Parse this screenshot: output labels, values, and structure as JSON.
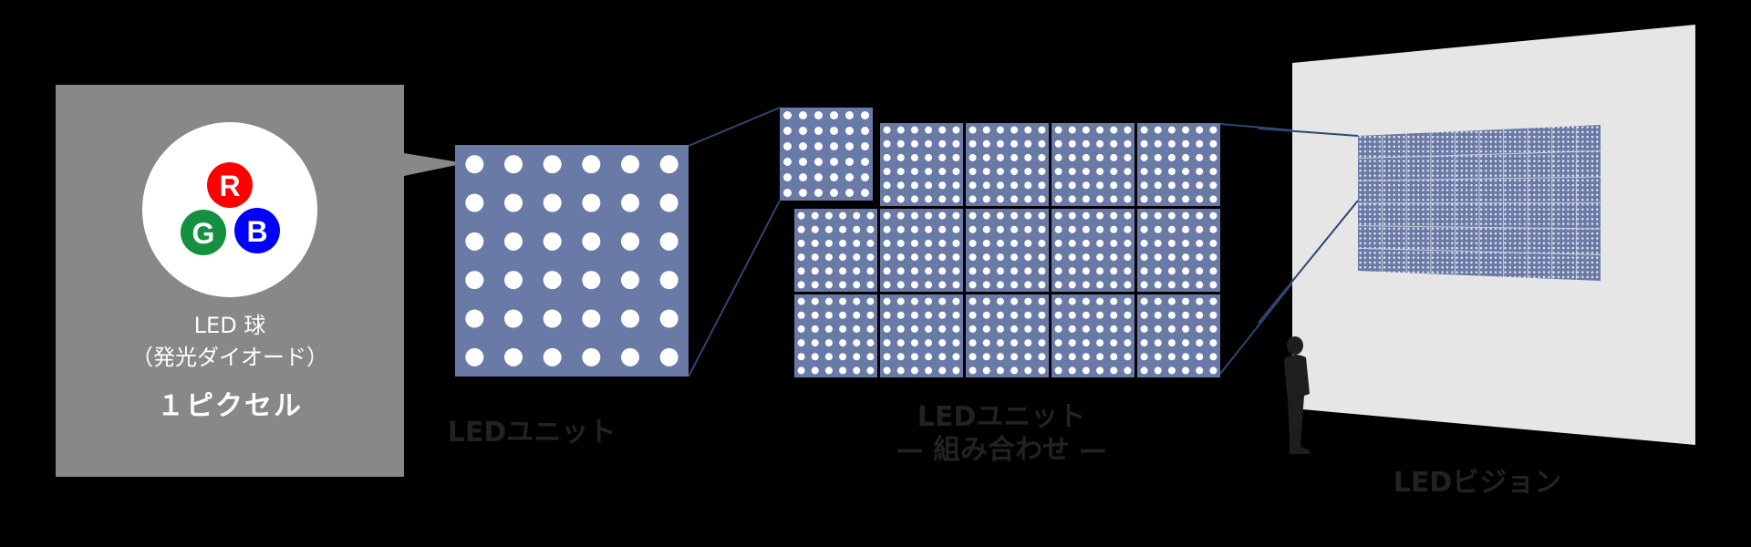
{
  "colors": {
    "background": "#000000",
    "pixel_box": "#888888",
    "panel": "#6a7aa6",
    "led_dot": "#ffffff",
    "connector_line": "#2e4670",
    "wall": "#e6e6e6",
    "person": "#1e1e1e",
    "caption": "#222222",
    "red": "#ff0000",
    "green": "#149040",
    "blue": "#0000ff"
  },
  "pixel": {
    "rgb": [
      {
        "letter": "R",
        "color": "#ff0000"
      },
      {
        "letter": "G",
        "color": "#149040"
      },
      {
        "letter": "B",
        "color": "#0000ff"
      }
    ],
    "label_line1": "LED 球",
    "label_line2": "（発光ダイオード）",
    "label_line3": "１ピクセル"
  },
  "unit": {
    "caption": "LEDユニット",
    "dots_rows": 6,
    "dots_cols": 6
  },
  "combination": {
    "caption_line1": "LEDユニット",
    "caption_line2": "— 組み合わせ —",
    "rows": 3,
    "cols": 5,
    "highlighted_unit": "top-left (popped out)"
  },
  "vision": {
    "caption": "LEDビジョン",
    "grid_rows": 6,
    "grid_cols": 10
  },
  "stages": [
    "1 pixel (LED)",
    "LED unit",
    "LED unit combination",
    "LED vision"
  ]
}
